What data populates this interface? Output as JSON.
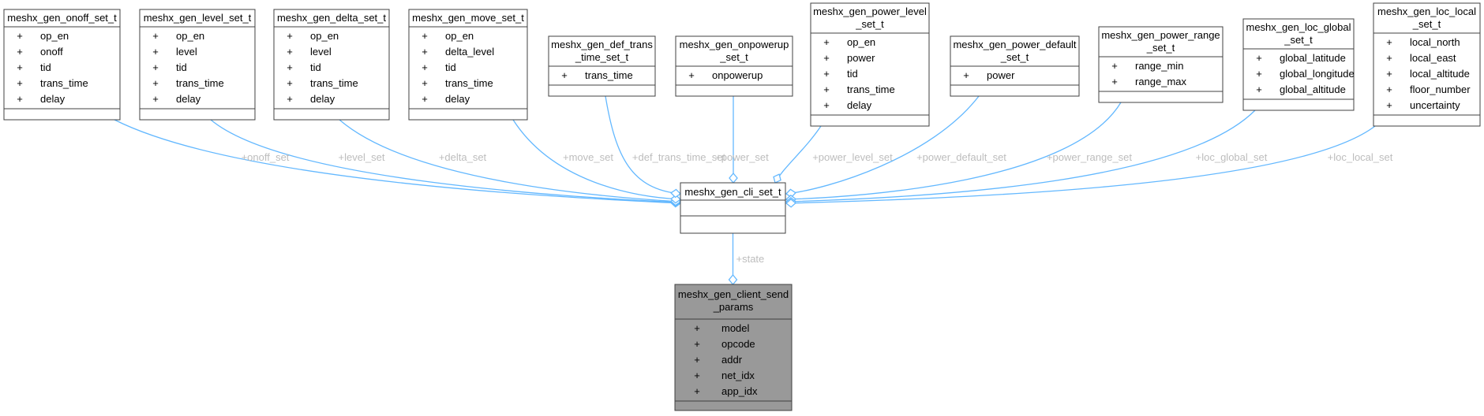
{
  "center": {
    "title": "meshx_gen_cli_set_t",
    "fields": []
  },
  "root": {
    "title_lines": [
      "meshx_gen_client_send",
      "_params"
    ],
    "fields": [
      "model",
      "opcode",
      "addr",
      "net_idx",
      "app_idx"
    ],
    "edge_label": "+state"
  },
  "structs": [
    {
      "id": "onoff",
      "title_lines": [
        "meshx_gen_onoff_set_t"
      ],
      "fields": [
        "op_en",
        "onoff",
        "tid",
        "trans_time",
        "delay"
      ],
      "edge_label": "+onoff_set"
    },
    {
      "id": "level",
      "title_lines": [
        "meshx_gen_level_set_t"
      ],
      "fields": [
        "op_en",
        "level",
        "tid",
        "trans_time",
        "delay"
      ],
      "edge_label": "+level_set"
    },
    {
      "id": "delta",
      "title_lines": [
        "meshx_gen_delta_set_t"
      ],
      "fields": [
        "op_en",
        "level",
        "tid",
        "trans_time",
        "delay"
      ],
      "edge_label": "+delta_set"
    },
    {
      "id": "move",
      "title_lines": [
        "meshx_gen_move_set_t"
      ],
      "fields": [
        "op_en",
        "delta_level",
        "tid",
        "trans_time",
        "delay"
      ],
      "edge_label": "+move_set"
    },
    {
      "id": "def_trans",
      "title_lines": [
        "meshx_gen_def_trans",
        "_time_set_t"
      ],
      "fields": [
        "trans_time"
      ],
      "edge_label": "+def_trans_time_set"
    },
    {
      "id": "onpowerup",
      "title_lines": [
        "meshx_gen_onpowerup",
        "_set_t"
      ],
      "fields": [
        "onpowerup"
      ],
      "edge_label": "+power_set"
    },
    {
      "id": "power_level",
      "title_lines": [
        "meshx_gen_power_level",
        "_set_t"
      ],
      "fields": [
        "op_en",
        "power",
        "tid",
        "trans_time",
        "delay"
      ],
      "edge_label": "+power_level_set"
    },
    {
      "id": "power_default",
      "title_lines": [
        "meshx_gen_power_default",
        "_set_t"
      ],
      "fields": [
        "power"
      ],
      "edge_label": "+power_default_set"
    },
    {
      "id": "power_range",
      "title_lines": [
        "meshx_gen_power_range",
        "_set_t"
      ],
      "fields": [
        "range_min",
        "range_max"
      ],
      "edge_label": "+power_range_set"
    },
    {
      "id": "loc_global",
      "title_lines": [
        "meshx_gen_loc_global",
        "_set_t"
      ],
      "fields": [
        "global_latitude",
        "global_longitude",
        "global_altitude"
      ],
      "edge_label": "+loc_global_set"
    },
    {
      "id": "loc_local",
      "title_lines": [
        "meshx_gen_loc_local",
        "_set_t"
      ],
      "fields": [
        "local_north",
        "local_east",
        "local_altitude",
        "floor_number",
        "uncertainty"
      ],
      "edge_label": "+loc_local_set"
    }
  ],
  "field_prefix": "+",
  "colors": {
    "edge": "#63b8ff",
    "root_fill": "#999999",
    "label": "#bdbdbd"
  }
}
